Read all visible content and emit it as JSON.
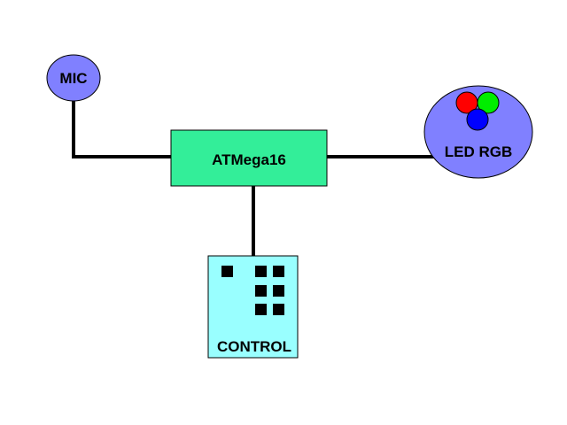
{
  "diagram": {
    "nodes": {
      "mic": {
        "label": "MIC",
        "fill": "#8080ff"
      },
      "mcu": {
        "label": "ATMega16",
        "fill": "#33ee99"
      },
      "led": {
        "label": "LED RGB",
        "fill": "#8080ff"
      },
      "control": {
        "label": "CONTROL",
        "fill": "#99ffff"
      }
    },
    "led_dots": [
      {
        "name": "red",
        "color": "#ff0000"
      },
      {
        "name": "green",
        "color": "#00ee00"
      },
      {
        "name": "blue",
        "color": "#0000ff"
      }
    ],
    "control_keys_count": 7,
    "colors": {
      "connector": "#000000",
      "outline": "#000000",
      "key": "#000000"
    }
  }
}
